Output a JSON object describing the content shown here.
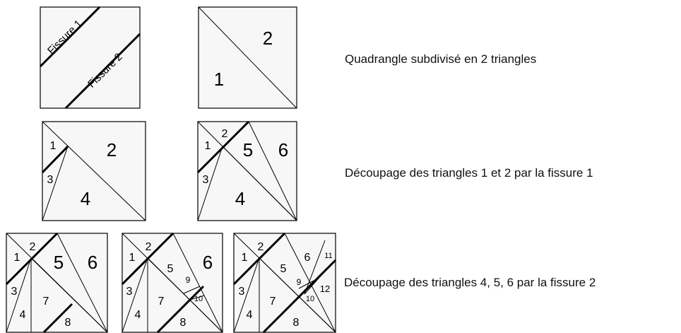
{
  "captions": {
    "row1": "Quadrangle subdivisé en 2 triangles",
    "row2": "Découpage des triangles 1 et 2 par la fissure 1",
    "row3": "Découpage des triangles 4, 5, 6 par la fissure 2"
  },
  "fissures": {
    "f1": "Fissure 1",
    "f2": "Fissure 2"
  },
  "panels": {
    "p1b": [
      "1",
      "2"
    ],
    "p2a": [
      "1",
      "2",
      "3",
      "4"
    ],
    "p2b": [
      "1",
      "2",
      "3",
      "4",
      "5",
      "6"
    ],
    "p3a": [
      "1",
      "2",
      "3",
      "4",
      "5",
      "6",
      "7",
      "8"
    ],
    "p3b": [
      "1",
      "2",
      "3",
      "4",
      "5",
      "6",
      "7",
      "8",
      "9",
      "10"
    ],
    "p3c": [
      "1",
      "2",
      "3",
      "4",
      "5",
      "6",
      "7",
      "8",
      "9",
      "10",
      "11",
      "12"
    ]
  }
}
